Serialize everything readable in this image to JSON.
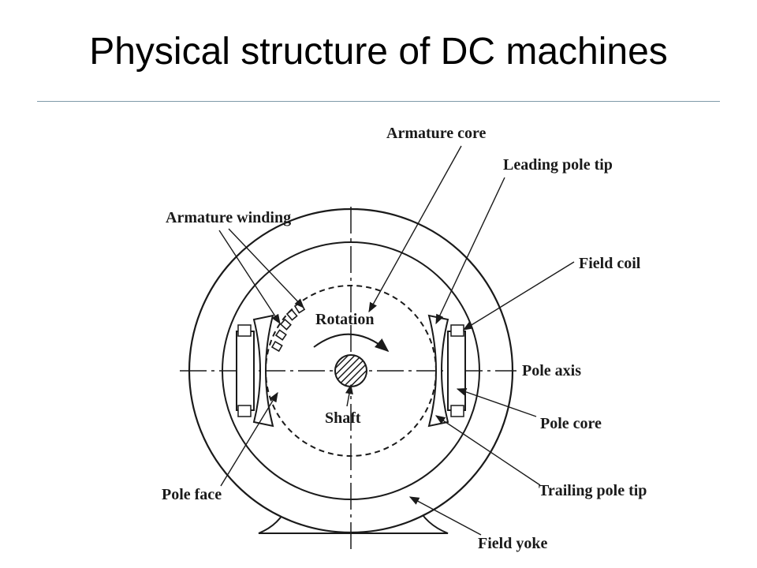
{
  "slide": {
    "title": "Physical structure of DC machines"
  },
  "diagram": {
    "labels": {
      "armature_core": "Armature core",
      "leading_pole_tip": "Leading pole tip",
      "armature_winding": "Armature winding",
      "field_coil": "Field coil",
      "rotation": "Rotation",
      "pole_axis": "Pole axis",
      "shaft": "Shaft",
      "pole_core": "Pole core",
      "pole_face": "Pole face",
      "trailing_pole_tip": "Trailing pole tip",
      "field_yoke": "Field yoke"
    },
    "colors": {
      "line": "#1a1a1a",
      "rule": "#7f9aa8"
    }
  }
}
